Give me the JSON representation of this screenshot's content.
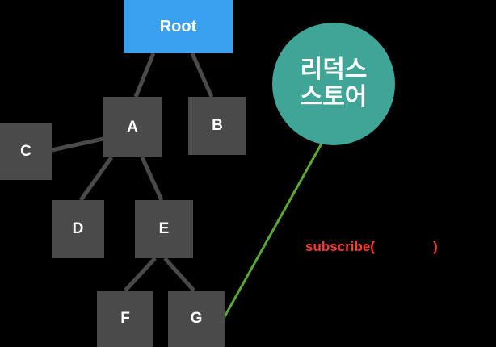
{
  "diagram": {
    "root": {
      "label": "Root"
    },
    "nodes": [
      {
        "id": "a",
        "label": "A"
      },
      {
        "id": "b",
        "label": "B"
      },
      {
        "id": "c",
        "label": "C"
      },
      {
        "id": "d",
        "label": "D"
      },
      {
        "id": "e",
        "label": "E"
      },
      {
        "id": "f",
        "label": "F"
      },
      {
        "id": "g",
        "label": "G"
      }
    ],
    "store": {
      "line1": "리덕스",
      "line2": "스토어"
    },
    "subscribe": {
      "call_open": "subscribe(",
      "call_close": ")"
    },
    "colors": {
      "background": "#000000",
      "root_fill": "#3aa0f0",
      "node_fill": "#4a4a4a",
      "edge": "#4a4a4a",
      "store_fill": "#3fa597",
      "subscribe_line": "#5aa832",
      "subscribe_text": "#ff3b2f"
    }
  }
}
